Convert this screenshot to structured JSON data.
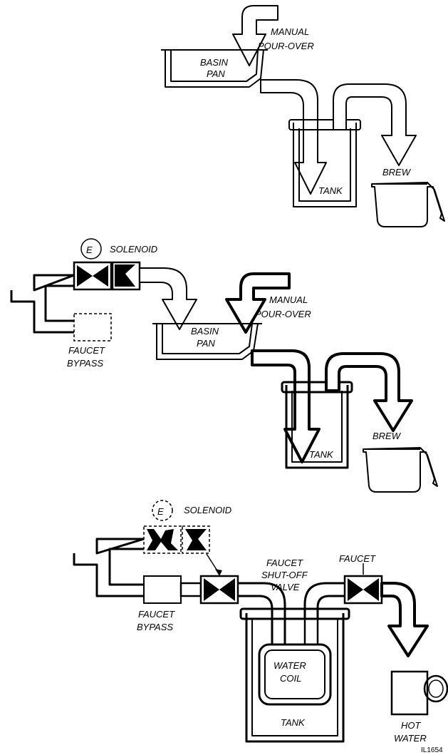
{
  "panel_top": {
    "manual_pour_over": [
      "MANUAL",
      "POUR-OVER"
    ],
    "basin_pan": [
      "BASIN",
      "PAN"
    ],
    "tank": "TANK",
    "brew": "BREW"
  },
  "panel_middle": {
    "solenoid_marker": "E",
    "solenoid": "SOLENOID",
    "manual_pour_over": [
      "MANUAL",
      "POUR-OVER"
    ],
    "basin_pan": [
      "BASIN",
      "PAN"
    ],
    "faucet_bypass": [
      "FAUCET",
      "BYPASS"
    ],
    "tank": "TANK",
    "brew": "BREW"
  },
  "panel_bottom": {
    "solenoid_marker": "E",
    "solenoid": "SOLENOID",
    "faucet_shutoff_valve": [
      "FAUCET",
      "SHUT-OFF",
      "VALVE"
    ],
    "faucet": "FAUCET",
    "faucet_bypass": [
      "FAUCET",
      "BYPASS"
    ],
    "water_coil": [
      "WATER",
      "COIL"
    ],
    "tank": "TANK",
    "hot_water": [
      "HOT",
      "WATER"
    ]
  },
  "figure_id": "IL1654"
}
